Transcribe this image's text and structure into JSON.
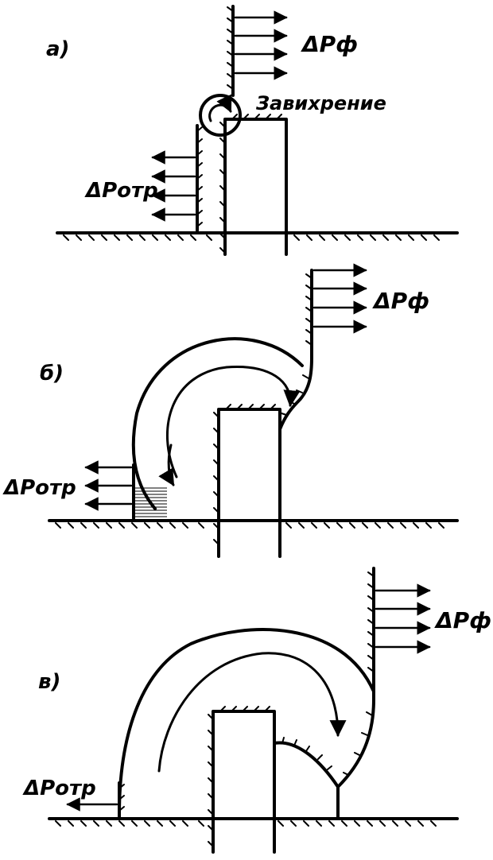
{
  "panels": [
    {
      "id": "a",
      "letter": "а)",
      "front_label": "ΔPф",
      "reflected_label": "ΔPотр",
      "vortex_label": "Завихрение"
    },
    {
      "id": "b",
      "letter": "б)",
      "front_label": "ΔPф",
      "reflected_label": "ΔPотр"
    },
    {
      "id": "v",
      "letter": "в)",
      "front_label": "ΔPф",
      "reflected_label": "ΔPотр"
    }
  ]
}
